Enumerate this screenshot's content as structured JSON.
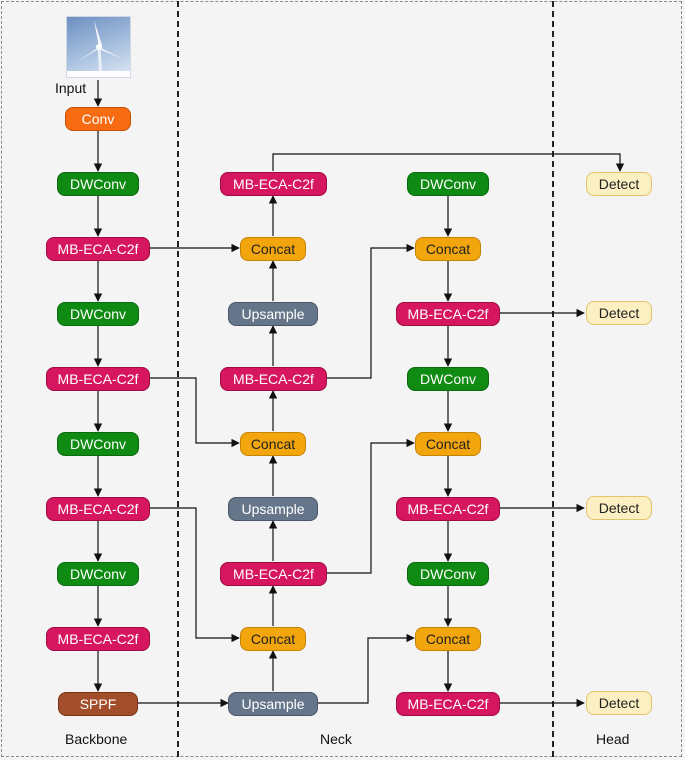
{
  "input_label": "Input",
  "sections": {
    "backbone": "Backbone",
    "neck": "Neck",
    "head": "Head"
  },
  "nodes": {
    "conv": "Conv",
    "dwconv": "DWConv",
    "mb": "MB-ECA-C2f",
    "concat": "Concat",
    "upsample": "Upsample",
    "sppf": "SPPF",
    "detect": "Detect"
  },
  "colors": {
    "conv": "#f76b12",
    "dwconv": "#0f8a12",
    "mb": "#d6165e",
    "concat": "#f2a50d",
    "upsample": "#66768a",
    "sppf": "#a34e2a",
    "detect": "#fcefc2"
  },
  "input_image_icon": "wind-turbine-photo"
}
